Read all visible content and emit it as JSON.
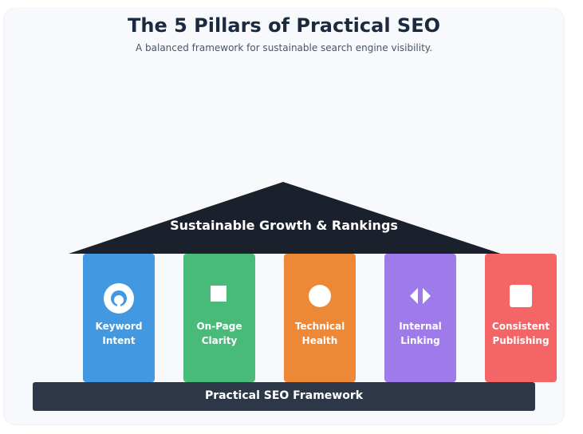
{
  "header": {
    "title": "The 5 Pillars of Practical SEO",
    "subtitle": "A balanced framework for sustainable search engine visibility."
  },
  "roof": {
    "label": "Sustainable Growth & Rankings",
    "color": "#1a202c"
  },
  "pillars": [
    {
      "line1": "Keyword",
      "line2": "Intent",
      "color": "#4299e1",
      "icon": "target-icon"
    },
    {
      "line1": "On-Page",
      "line2": "Clarity",
      "color": "#48bb78",
      "icon": "square-icon"
    },
    {
      "line1": "Technical",
      "line2": "Health",
      "color": "#ed8936",
      "icon": "circle-icon"
    },
    {
      "line1": "Internal",
      "line2": "Linking",
      "color": "#9f7aea",
      "icon": "arrows-icon"
    },
    {
      "line1": "Consistent",
      "line2": "Publishing",
      "color": "#f56565",
      "icon": "rounded-square-icon"
    }
  ],
  "base": {
    "label": "Practical SEO Framework",
    "color": "#2d3748"
  }
}
